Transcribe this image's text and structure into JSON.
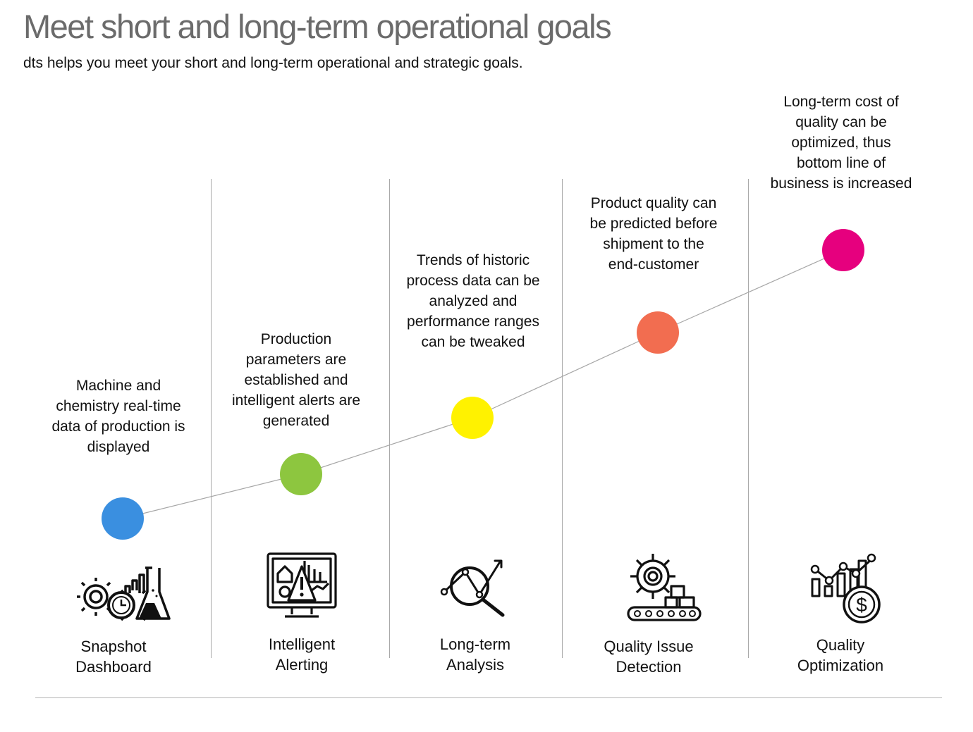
{
  "header": {
    "title": "Meet short and long-term operational goals",
    "subtitle": "dts helps you meet your short and long-term operational and strategic goals."
  },
  "stages": [
    {
      "label_line1": "Snapshot",
      "label_line2": "Dashboard",
      "description": [
        "Machine and",
        "chemistry real-time",
        "data of production is",
        "displayed"
      ],
      "dot_color": "#3a8fe0",
      "icon": "gears-clock-flask-icon"
    },
    {
      "label_line1": "Intelligent",
      "label_line2": "Alerting",
      "description": [
        "Production",
        "parameters are",
        "established and",
        "intelligent alerts are",
        "generated"
      ],
      "dot_color": "#8dc63f",
      "icon": "monitor-warning-icon"
    },
    {
      "label_line1": "Long-term",
      "label_line2": "Analysis",
      "description": [
        "Trends of historic",
        "process data can be",
        "analyzed and",
        "performance ranges",
        "can be tweaked"
      ],
      "dot_color": "#fff200",
      "icon": "magnifier-trend-icon"
    },
    {
      "label_line1": "Quality Issue",
      "label_line2": "Detection",
      "description": [
        "Product quality can",
        "be predicted before",
        "shipment to the",
        "end-customer"
      ],
      "dot_color": "#f26d50",
      "icon": "gear-conveyor-icon"
    },
    {
      "label_line1": "Quality",
      "label_line2": "Optimization",
      "description": [
        "Long-term cost of",
        "quality can be",
        "optimized, thus",
        "bottom line of",
        "business is increased"
      ],
      "dot_color": "#e6007e",
      "icon": "chart-dollar-icon"
    }
  ]
}
